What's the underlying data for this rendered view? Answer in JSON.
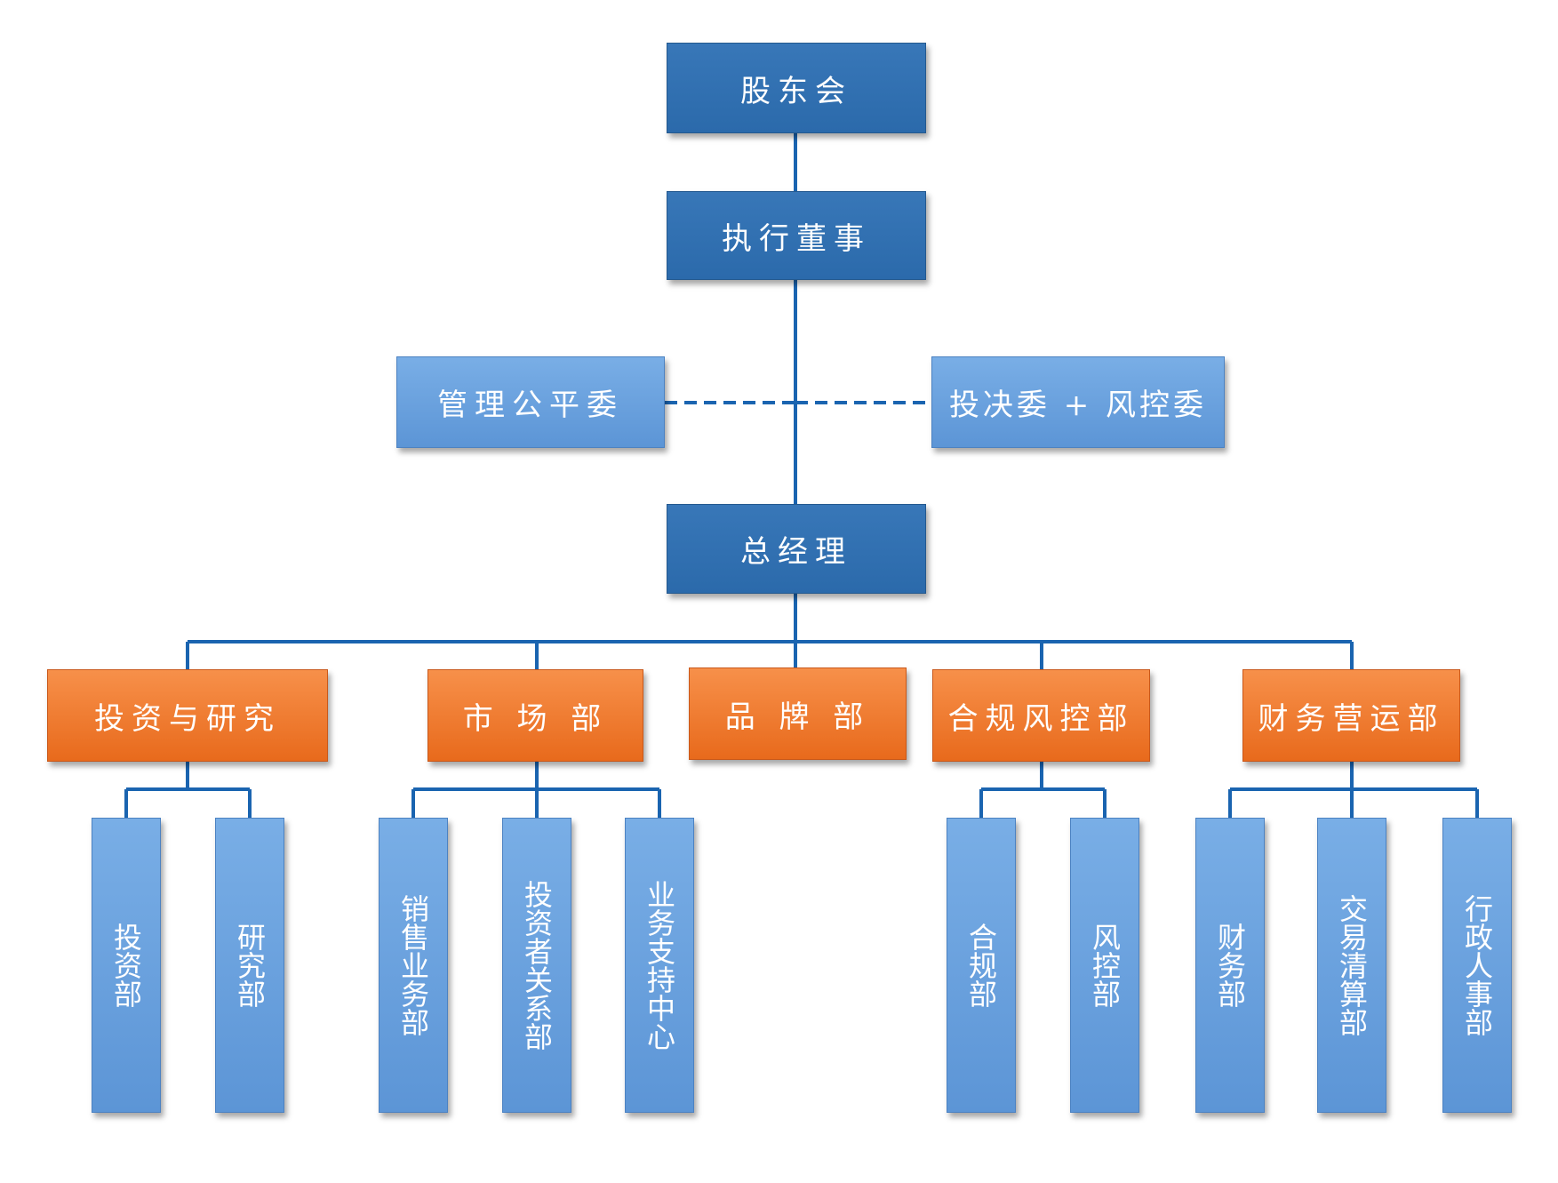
{
  "nodes": {
    "shareholders": "股东会",
    "executive_director": "执行董事",
    "mgmt_fairness_committee": "管理公平委",
    "investment_risk_committee": "投决委 + 风控委",
    "general_manager": "总经理",
    "departments": [
      {
        "label": "投资与研究",
        "subs": [
          "投资部",
          "研究部"
        ]
      },
      {
        "label": "市 场 部",
        "subs": [
          "销售业务部",
          "投资者关系部",
          "业务支持中心"
        ]
      },
      {
        "label": "品 牌 部",
        "subs": []
      },
      {
        "label": "合规风控部",
        "subs": [
          "合规部",
          "风控部"
        ]
      },
      {
        "label": "财务营运部",
        "subs": [
          "财务部",
          "交易清算部",
          "行政人事部"
        ]
      }
    ]
  },
  "colors": {
    "dark_box": "#2e6fb0",
    "light_box": "#6aa2df",
    "orange_box": "#ef7a2e",
    "connector": "#1a64b0"
  }
}
